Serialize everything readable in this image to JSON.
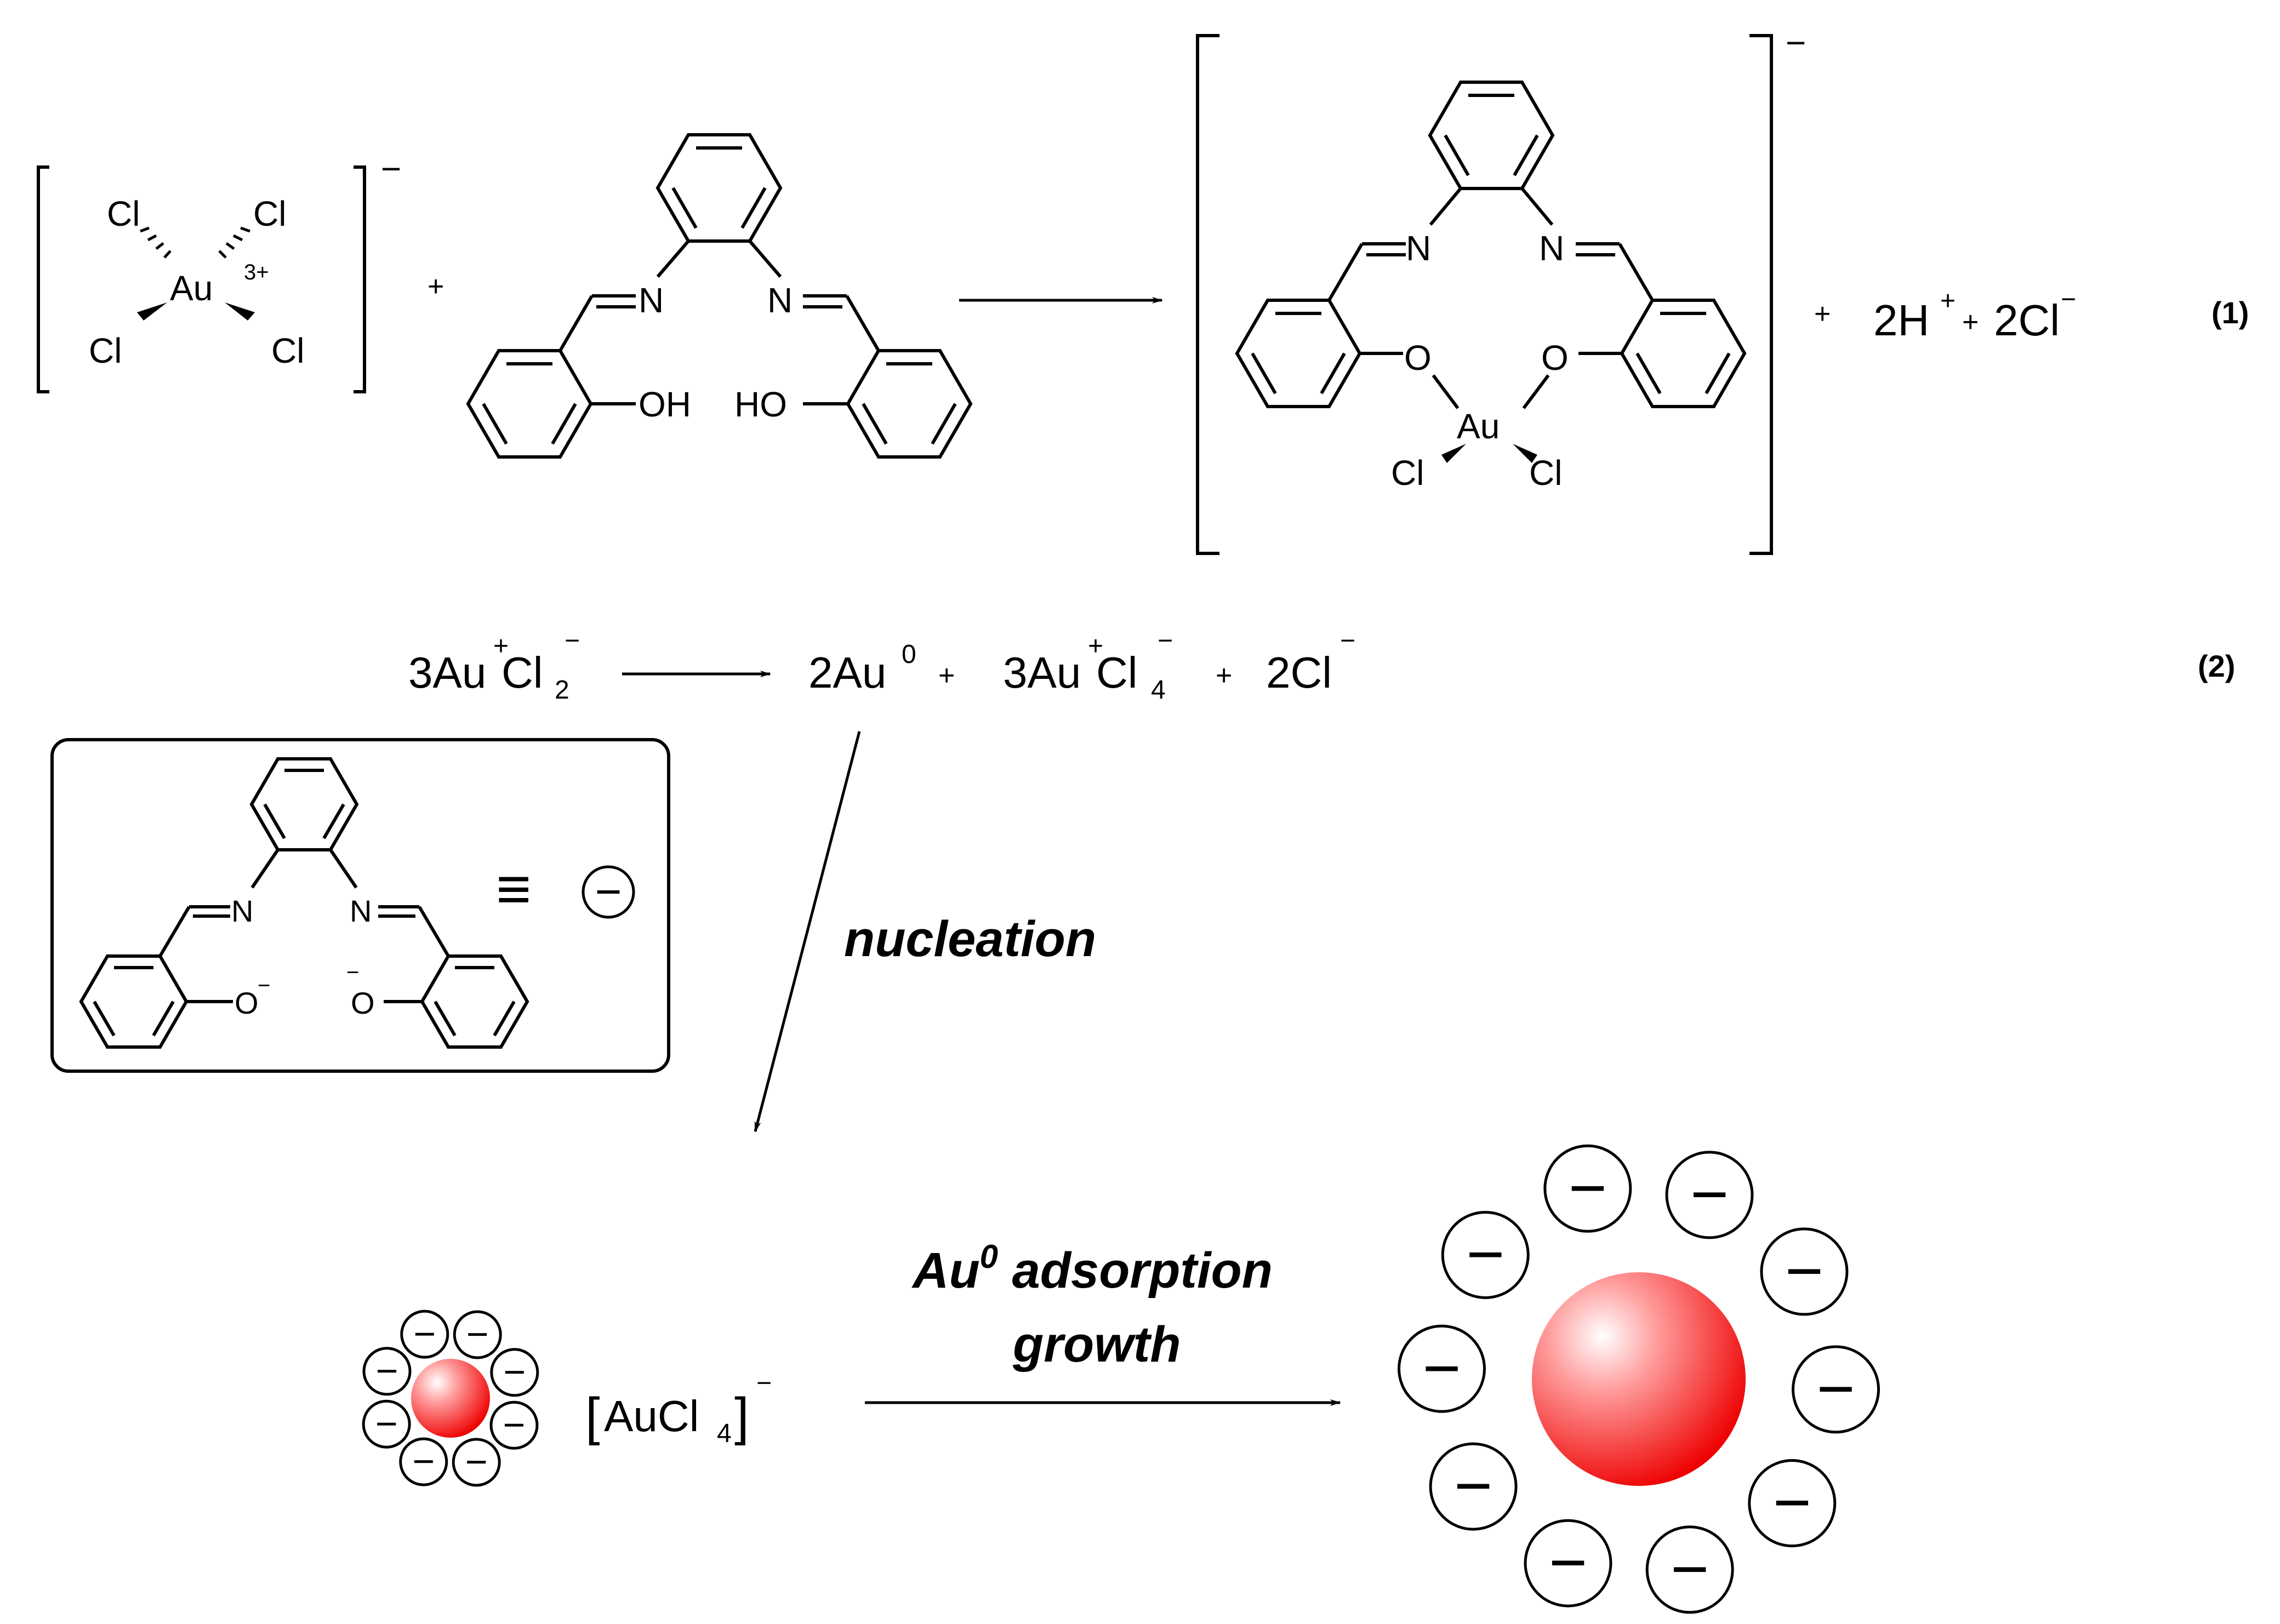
{
  "reaction1": {
    "number": "(1)",
    "au_complex": {
      "metal": "Au",
      "oxidation": "3+",
      "ligand": "Cl",
      "charge": "−"
    },
    "plus1": "+",
    "ligand_labels": {
      "n": "N",
      "oh_left": "OH",
      "oh_right": "HO"
    },
    "product": {
      "n": "N",
      "o": "O",
      "metal": "Au",
      "ligand": "Cl",
      "charge": "−"
    },
    "byproducts": {
      "plus": "+",
      "h_coef": "2H",
      "h_charge": "+",
      "cl_coef": "2Cl",
      "cl_charge": "−"
    }
  },
  "reaction2": {
    "number": "(2)",
    "reactant": {
      "coef_metal": "3Au",
      "metal_charge": "+",
      "ligand": "Cl",
      "sub": "2",
      "charge": "−"
    },
    "product1": {
      "text": "2Au",
      "sup": "0"
    },
    "plus": "+",
    "product2": {
      "coef_metal": "3Au",
      "metal_charge": "+",
      "ligand": "Cl",
      "sub": "4",
      "charge": "−"
    },
    "product3": {
      "text": "2Cl",
      "charge": "−"
    }
  },
  "legend_box": {
    "n": "N",
    "o": "O",
    "o_charge": "−",
    "equiv_symbol": "≡",
    "minus_symbol": "−"
  },
  "nucleation_label": "nucleation",
  "growth_step": {
    "species": {
      "bracket_l": "[",
      "text": "AuCl",
      "sub": "4",
      "bracket_r": "]",
      "charge": "−"
    },
    "label_line1_main": "Au",
    "label_line1_sup": "0",
    "label_line1_rest": " adsorption",
    "label_line2": "growth",
    "minus_symbol": "−"
  },
  "colors": {
    "nanoparticle": "#ee0000",
    "ink": "#000000"
  }
}
